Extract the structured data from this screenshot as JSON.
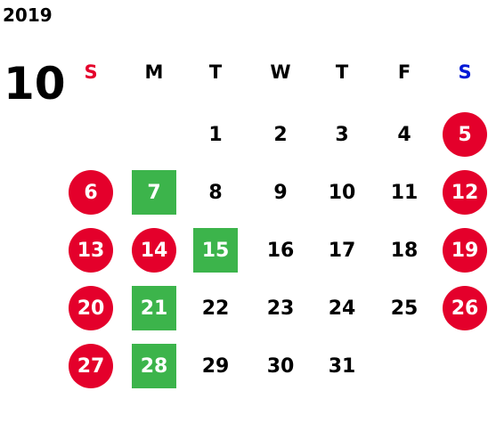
{
  "calendar": {
    "year": "2019",
    "month": "10",
    "weekdays": [
      "S",
      "M",
      "T",
      "W",
      "T",
      "F",
      "S"
    ],
    "colors": {
      "sunday_header": "#e4002b",
      "saturday_header": "#0018d6",
      "weekend_circle": "#e4002b",
      "holiday_square": "#3cb44b"
    },
    "weeks": [
      [
        null,
        null,
        "1",
        "2",
        "3",
        "4",
        "5"
      ],
      [
        "6",
        "7",
        "8",
        "9",
        "10",
        "11",
        "12"
      ],
      [
        "13",
        "14",
        "15",
        "16",
        "17",
        "18",
        "19"
      ],
      [
        "20",
        "21",
        "22",
        "23",
        "24",
        "25",
        "26"
      ],
      [
        "27",
        "28",
        "29",
        "30",
        "31",
        null,
        null
      ]
    ],
    "red_circle_days": [
      "5",
      "6",
      "12",
      "13",
      "14",
      "19",
      "20",
      "26",
      "27"
    ],
    "green_square_days": [
      "7",
      "15",
      "21",
      "28"
    ]
  }
}
